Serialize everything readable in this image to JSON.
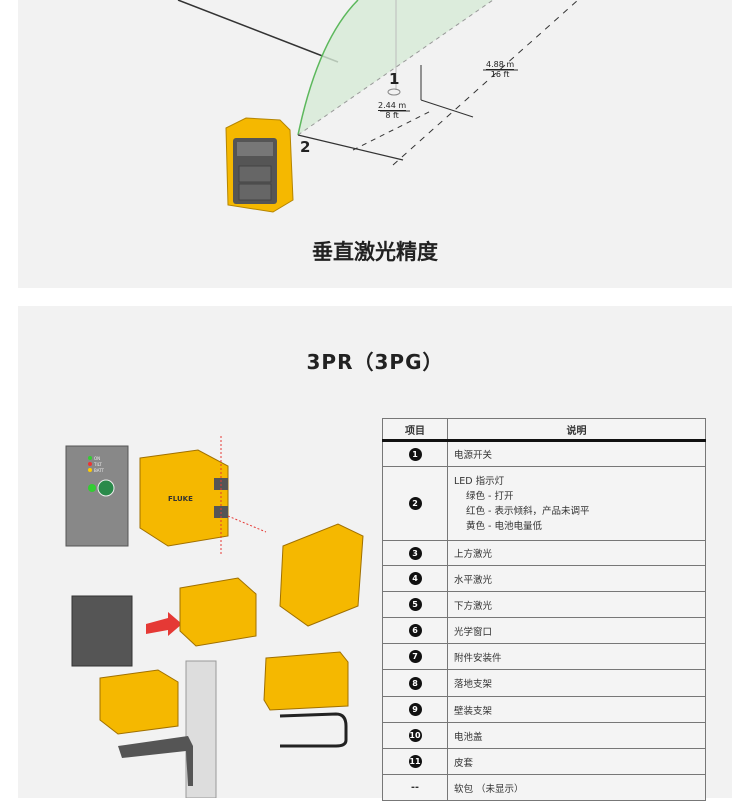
{
  "section1": {
    "title": "垂直激光精度",
    "label_1": "1",
    "label_2": "2",
    "dim_short_m": "2.44 m",
    "dim_short_ft": "8 ft",
    "dim_long_m": "4.88 m",
    "dim_long_ft": "16 ft"
  },
  "section2": {
    "title": "3PR（3PG）",
    "brand": "FLUKE",
    "led_labels": [
      "ON",
      "TILT",
      "BATT"
    ],
    "table": {
      "headers": [
        "项目",
        "说明"
      ],
      "rows": [
        {
          "item": "1",
          "desc": "电源开关"
        },
        {
          "item": "2",
          "desc": "LED 指示灯",
          "sub": [
            "绿色 - 打开",
            "红色 - 表示倾斜，产品未调平",
            "黄色 - 电池电量低"
          ]
        },
        {
          "item": "3",
          "desc": "上方激光"
        },
        {
          "item": "4",
          "desc": "水平激光"
        },
        {
          "item": "5",
          "desc": "下方激光"
        },
        {
          "item": "6",
          "desc": "光学窗口"
        },
        {
          "item": "7",
          "desc": "附件安装件"
        },
        {
          "item": "8",
          "desc": "落地支架"
        },
        {
          "item": "9",
          "desc": "壁装支架"
        },
        {
          "item": "10",
          "desc": "电池盖"
        },
        {
          "item": "11",
          "desc": "皮套"
        },
        {
          "item": "--",
          "desc": "软包 （未显示）"
        }
      ]
    }
  },
  "colors": {
    "yellow": "#f5b800",
    "laser_green": "#5cb85c",
    "laser_red": "#e53935",
    "panel": "#f2f2f2"
  }
}
